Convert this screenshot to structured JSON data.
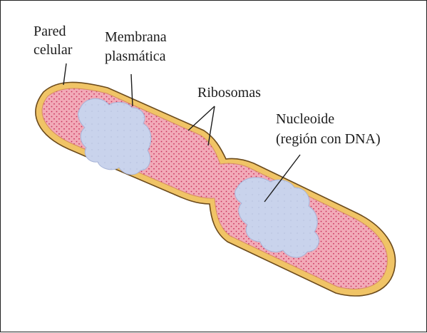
{
  "labels": {
    "cell_wall_line1": "Pared",
    "cell_wall_line2": "celular",
    "membrane_line1": "Membrana",
    "membrane_line2": "plasmática",
    "ribosomes": "Ribosomas",
    "nucleoid_line1": "Nucleoide",
    "nucleoid_line2": "(región con DNA)"
  },
  "colors": {
    "cell_wall": "#f0c466",
    "cell_wall_outline": "#6b4a1c",
    "cytoplasm": "#f2aab8",
    "ribosome_dots": "#c8325c",
    "nucleoid": "#c9d3ec",
    "nucleoid_outline": "#a7b4d8",
    "leader_lines": "#1c1c1c"
  }
}
